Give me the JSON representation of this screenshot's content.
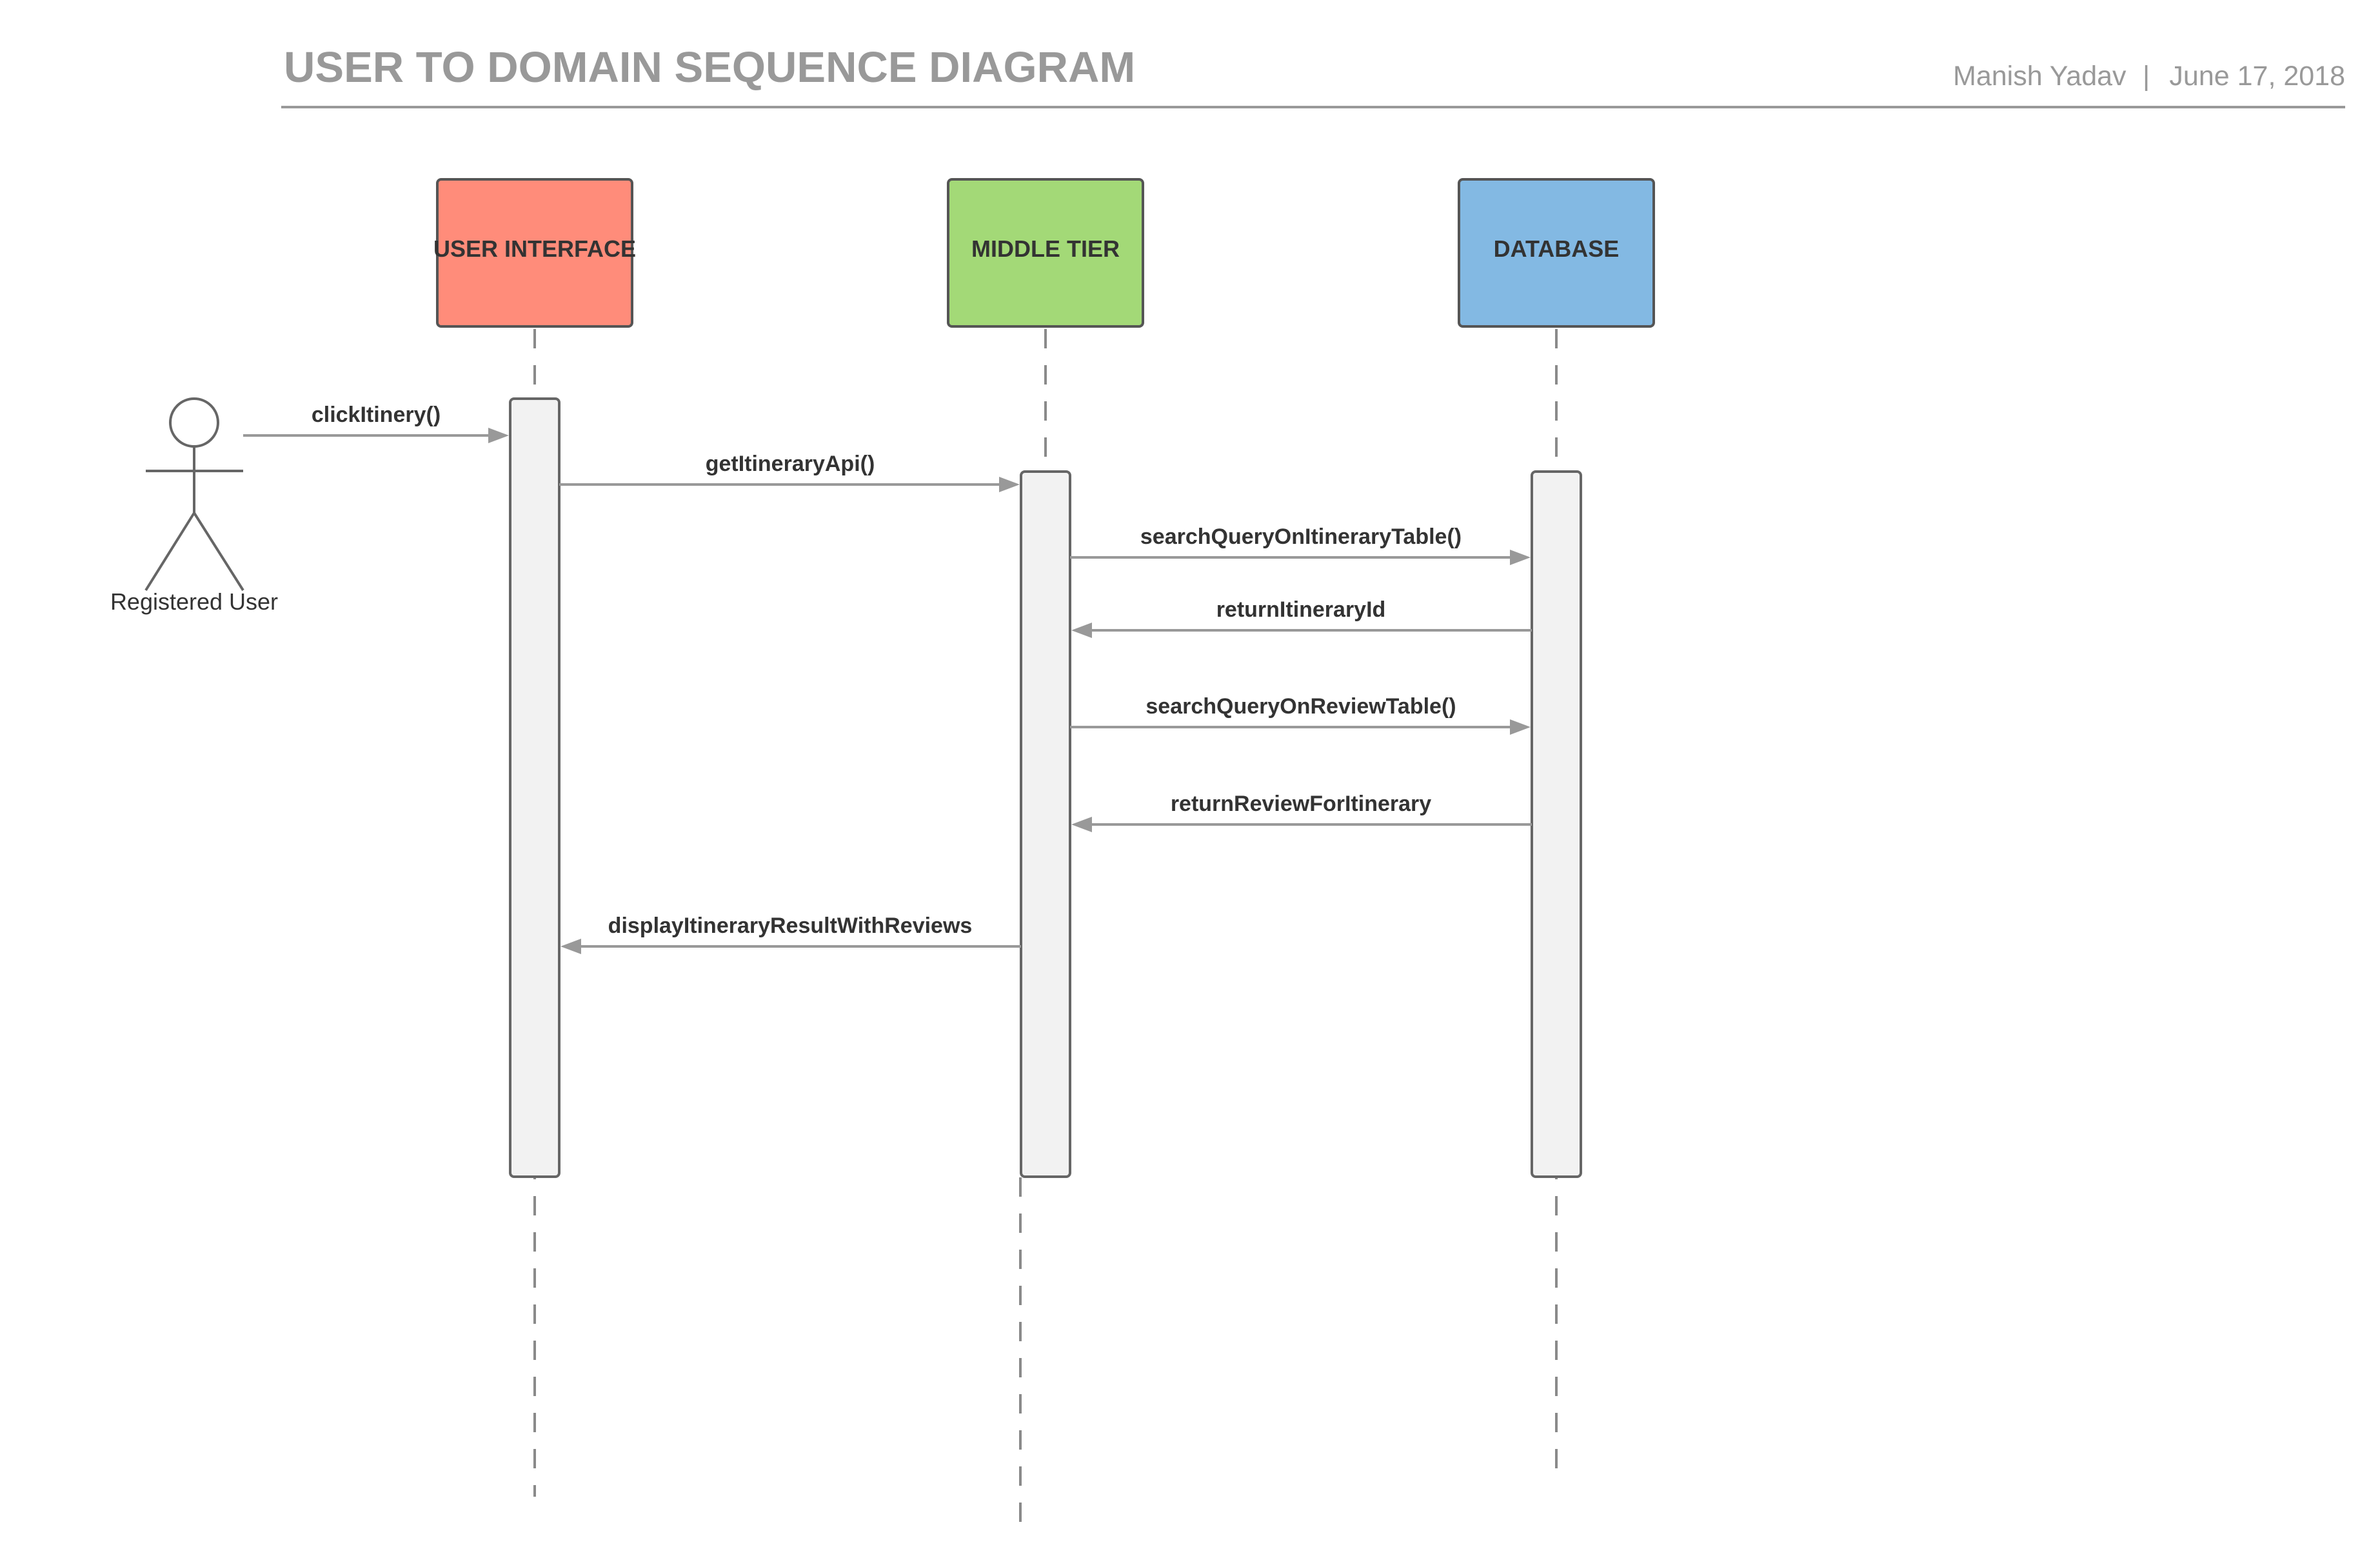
{
  "header": {
    "title": "USER TO DOMAIN SEQUENCE DIAGRAM",
    "author": "Manish Yadav",
    "separator": "|",
    "date": "June 17, 2018"
  },
  "actor": {
    "label": "Registered User"
  },
  "participants": [
    {
      "label": "USER INTERFACE",
      "color": "#ff8c7a"
    },
    {
      "label": "MIDDLE TIER",
      "color": "#a3d977"
    },
    {
      "label": "DATABASE",
      "color": "#83b9e3"
    }
  ],
  "messages": [
    {
      "label": "clickItinery()",
      "from": "Registered User",
      "to": "USER INTERFACE"
    },
    {
      "label": "getItineraryApi()",
      "from": "USER INTERFACE",
      "to": "MIDDLE TIER"
    },
    {
      "label": "searchQueryOnItineraryTable()",
      "from": "MIDDLE TIER",
      "to": "DATABASE"
    },
    {
      "label": "returnItineraryId",
      "from": "DATABASE",
      "to": "MIDDLE TIER"
    },
    {
      "label": "searchQueryOnReviewTable()",
      "from": "MIDDLE TIER",
      "to": "DATABASE"
    },
    {
      "label": "returnReviewForItinerary",
      "from": "DATABASE",
      "to": "MIDDLE TIER"
    },
    {
      "label": "displayItineraryResultWithReviews",
      "from": "MIDDLE TIER",
      "to": "USER INTERFACE"
    }
  ]
}
